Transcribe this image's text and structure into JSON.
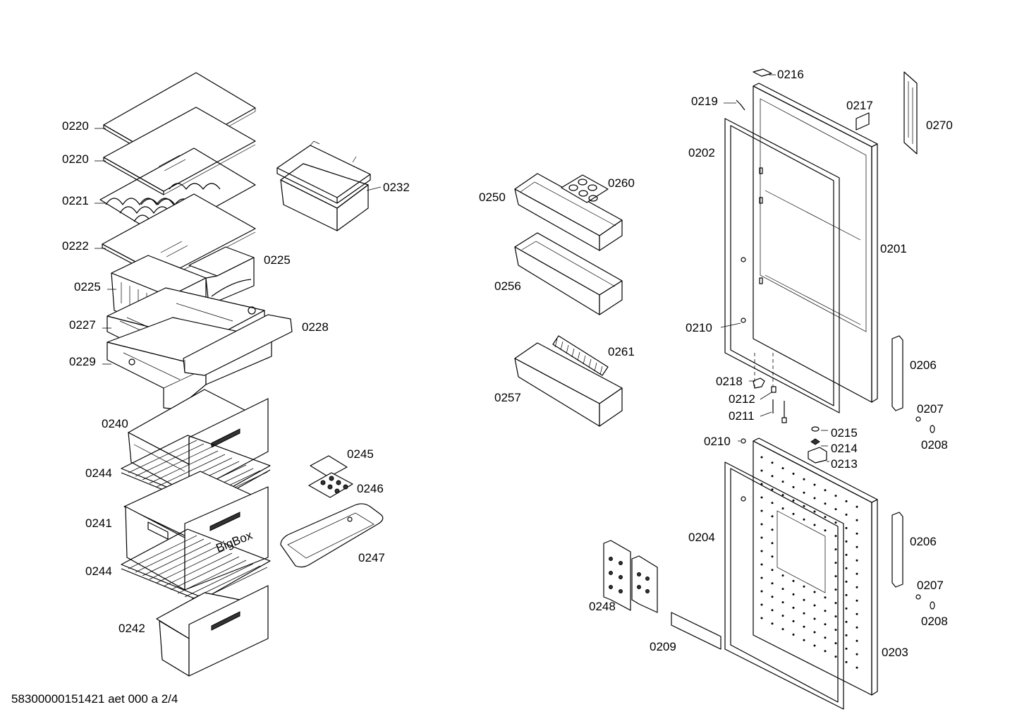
{
  "footer": {
    "code": "58300000151421 aet 000 a 2/4"
  },
  "parts": {
    "p0220a": "0220",
    "p0220b": "0220",
    "p0221": "0221",
    "p0222": "0222",
    "p0225a": "0225",
    "p0225b": "0225",
    "p0227": "0227",
    "p0228": "0228",
    "p0229": "0229",
    "p0232": "0232",
    "p0240": "0240",
    "p0244a": "0244",
    "p0241": "0241",
    "p0244b": "0244",
    "p0242": "0242",
    "p0245": "0245",
    "p0246": "0246",
    "p0247": "0247",
    "p0250": "0250",
    "p0260": "0260",
    "p0256": "0256",
    "p0257": "0257",
    "p0261": "0261",
    "p0216": "0216",
    "p0219": "0219",
    "p0217": "0217",
    "p0270": "0270",
    "p0202": "0202",
    "p0201": "0201",
    "p0210a": "0210",
    "p0206a": "0206",
    "p0218": "0218",
    "p0212": "0212",
    "p0211": "0211",
    "p0207a": "0207",
    "p0215": "0215",
    "p0210b": "0210",
    "p0214": "0214",
    "p0208a": "0208",
    "p0213": "0213",
    "p0204": "0204",
    "p0206b": "0206",
    "p0207b": "0207",
    "p0248": "0248",
    "p0208b": "0208",
    "p0209": "0209",
    "p0203": "0203"
  },
  "drawer_text": {
    "bigbox": "BigBox"
  }
}
